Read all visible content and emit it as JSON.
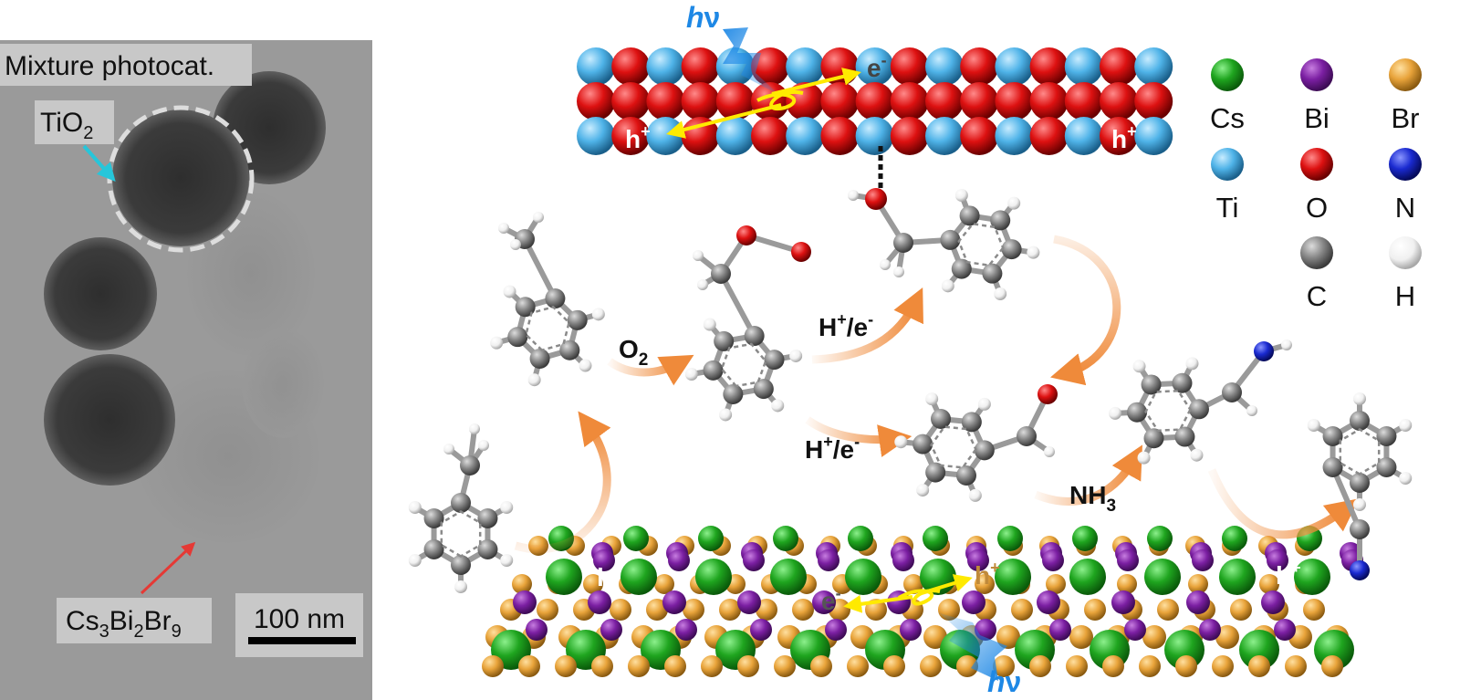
{
  "tem_panel": {
    "title": "Mixture photocat.",
    "tio2_label_main": "TiO",
    "tio2_label_sub": "2",
    "csbibr_label": {
      "p1": "Cs",
      "s1": "3",
      "p2": "Bi",
      "s2": "2",
      "p3": "Br",
      "s3": "9"
    },
    "scale_bar": "100 nm",
    "colors": {
      "tio2_arrow": "#26c6da",
      "csbibr_arrow": "#e53935"
    }
  },
  "photon": {
    "h": "h",
    "nu": "ν"
  },
  "charges": {
    "electron_base": "e",
    "electron_sup": "-",
    "hole_base": "h",
    "hole_sup": "+"
  },
  "reaction": {
    "o2": {
      "base": "O",
      "sub": "2"
    },
    "he_upper": {
      "p1": "H",
      "s1": "+",
      "p2": "/e",
      "s2": "-"
    },
    "he_lower": {
      "p1": "H",
      "s1": "+",
      "p2": "/e",
      "s2": "-"
    },
    "nh3": {
      "base": "NH",
      "sub": "3"
    }
  },
  "legend": {
    "items": [
      {
        "label": "Cs",
        "color": "#1fa51f",
        "icon": "green-sphere"
      },
      {
        "label": "Bi",
        "color": "#7b1fa2",
        "icon": "purple-sphere"
      },
      {
        "label": "Br",
        "color": "#e8a33a",
        "icon": "orange-sphere"
      },
      {
        "label": "Ti",
        "color": "#4fb3e8",
        "icon": "cyan-sphere"
      },
      {
        "label": "O",
        "color": "#dd1111",
        "icon": "red-sphere"
      },
      {
        "label": "N",
        "color": "#1020c8",
        "icon": "blue-sphere"
      },
      {
        "label": "C",
        "color": "#777777",
        "icon": "grey-sphere"
      },
      {
        "label": "H",
        "color": "#eeeeee",
        "icon": "white-sphere"
      }
    ]
  },
  "colors": {
    "ti": "#4fb3e8",
    "o": "#dd1111",
    "cs": "#1fa51f",
    "bi": "#7b1fa2",
    "br": "#e8a33a",
    "c": "#888888",
    "h": "#f2f2f2",
    "n": "#1a2ad0",
    "reaction_arrow": "#ef8a3a",
    "charge_arrow": "#ffea00",
    "photon": "#1e88e5"
  }
}
